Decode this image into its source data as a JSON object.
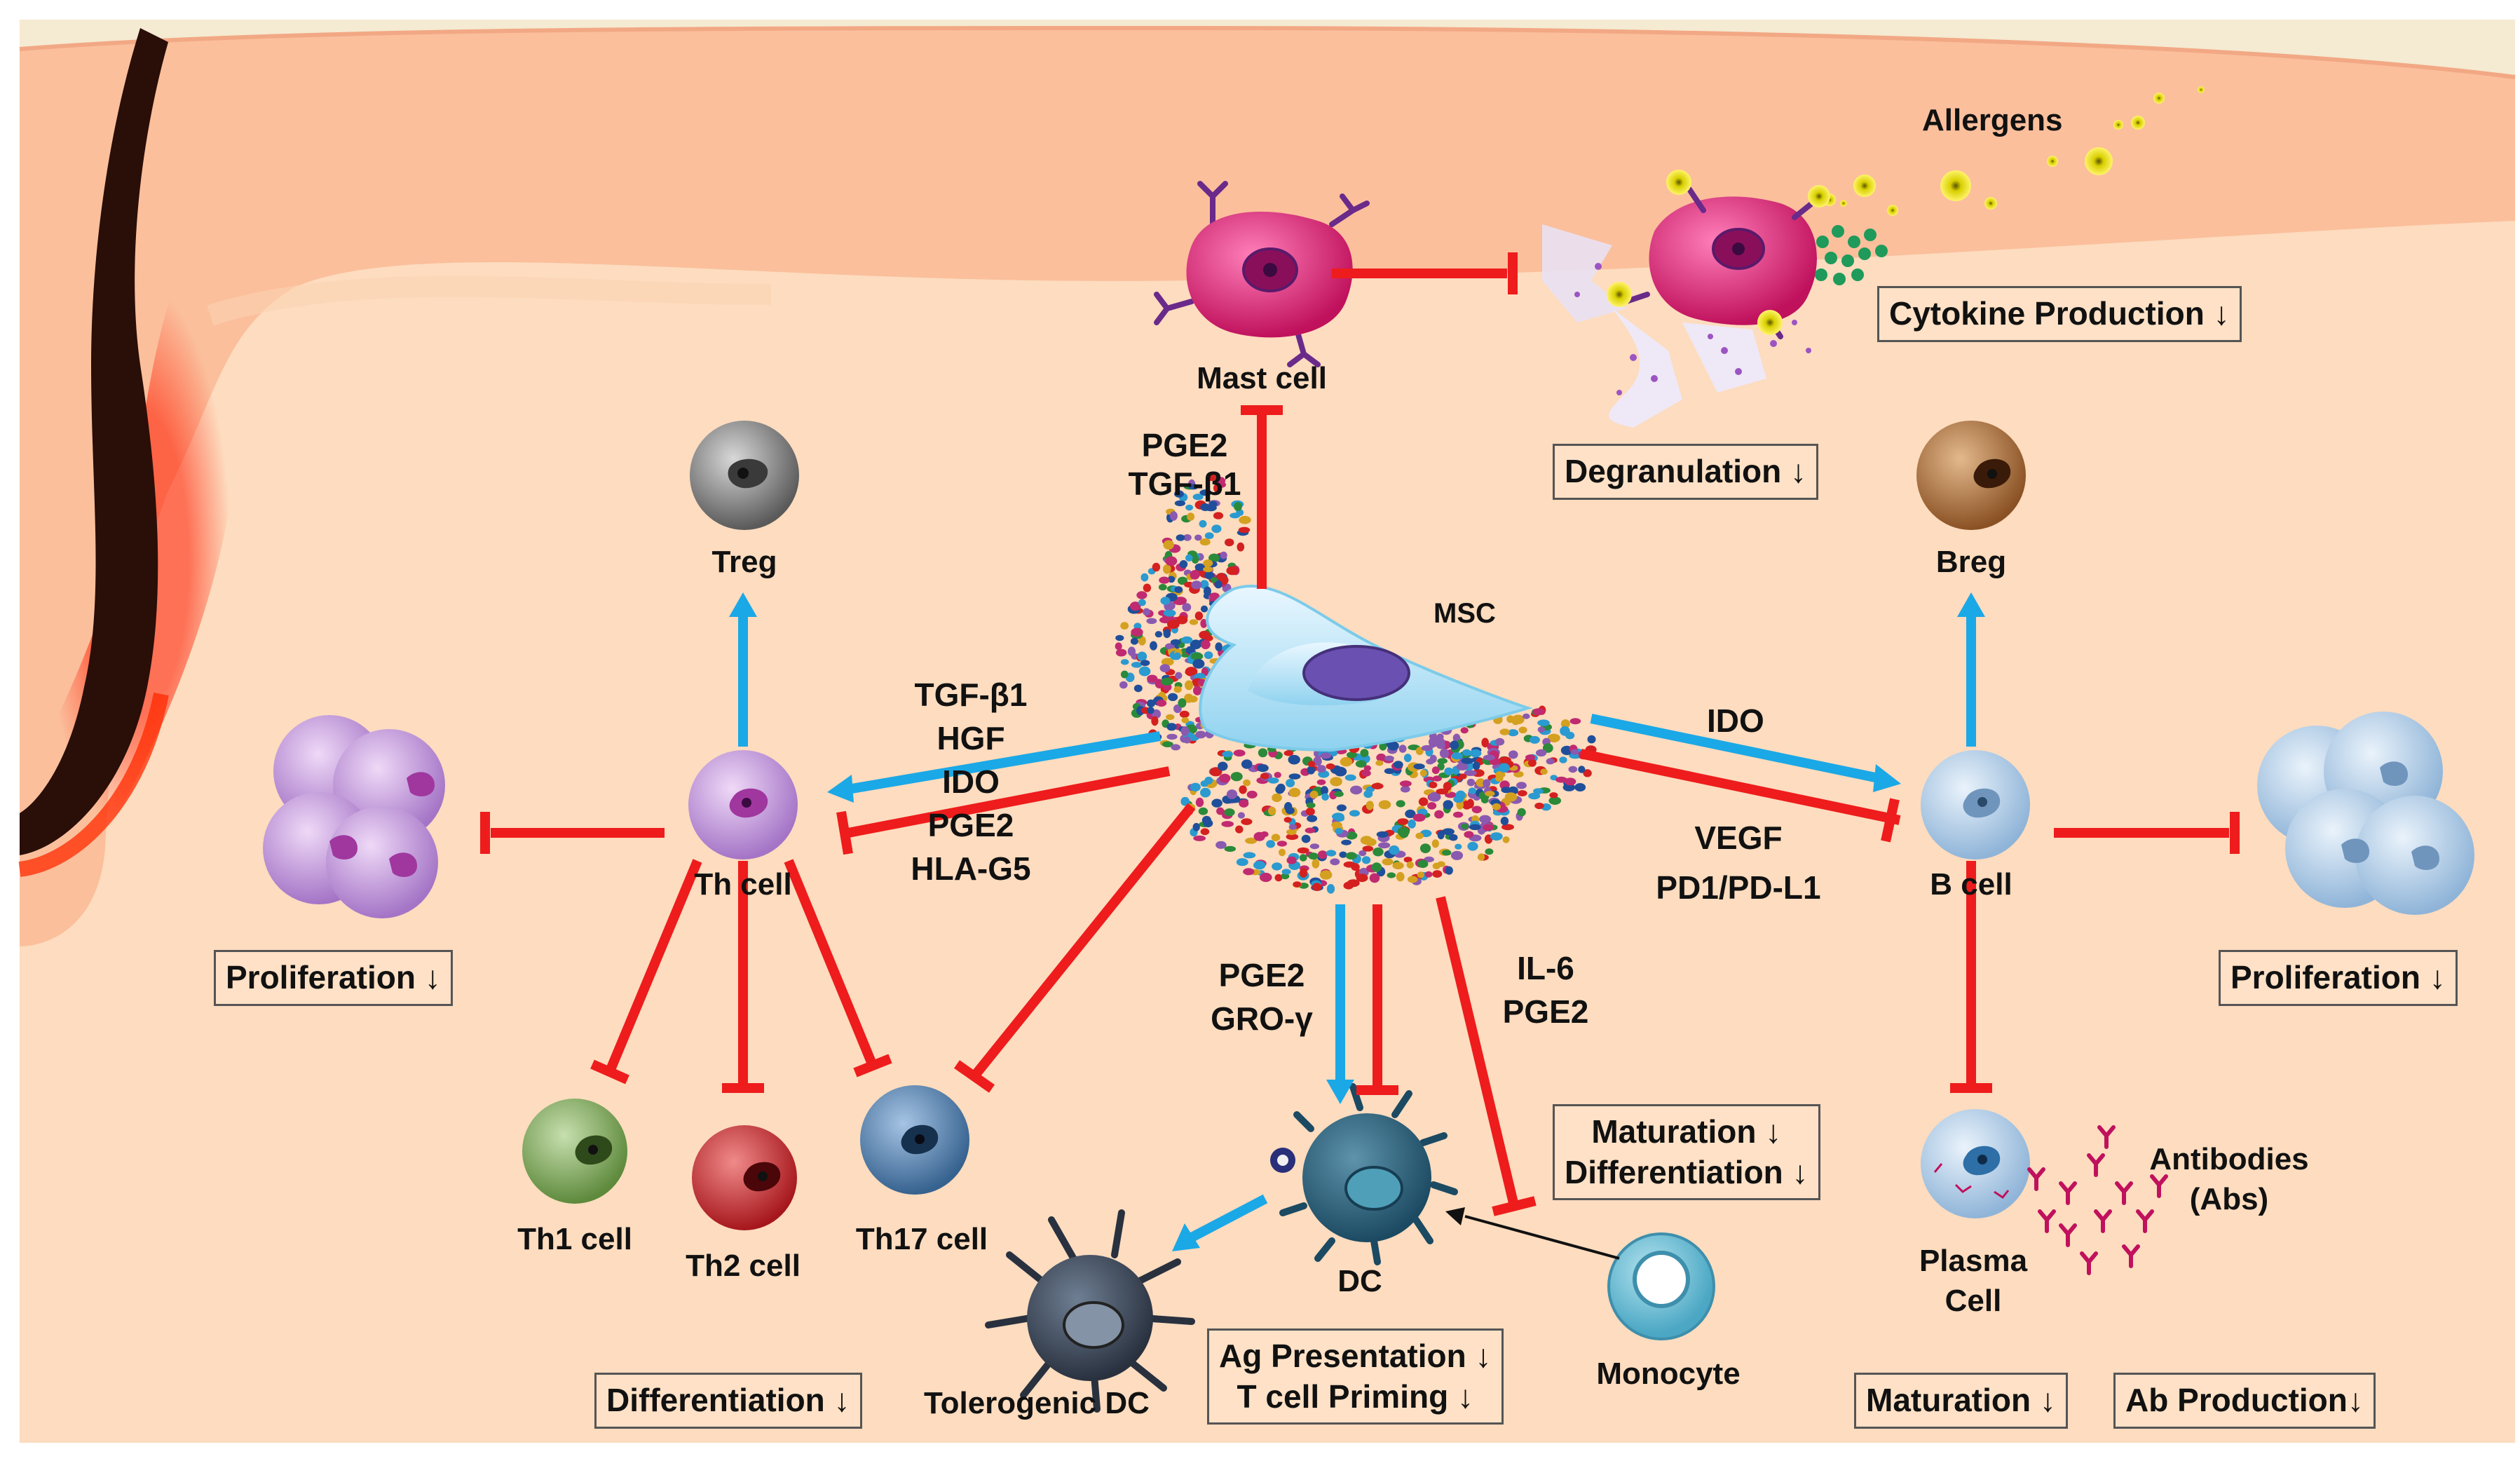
{
  "colors": {
    "background_top": "#f5ead2",
    "tissue": "#fddcbf",
    "epidermis": "#fbbf9c",
    "hair": "#2a0e08",
    "inhibit_arrow": "#ee1c1c",
    "promote_arrow": "#1ba8e6",
    "mast_cell": "#e0156e",
    "allergen": "#e8e400"
  },
  "labels": {
    "allergens": "Allergens",
    "mast_cell": "Mast cell",
    "msc": "MSC",
    "mast_factors": [
      "PGE2",
      "TGF-β1"
    ],
    "th_factors": [
      "TGF-β1",
      "HGF",
      "IDO",
      "PGE2",
      "HLA-G5"
    ],
    "b_factor_top": "IDO",
    "b_factors_bottom": [
      "VEGF",
      "PD1/PD-L1"
    ],
    "dc_factors": [
      "PGE2",
      "GRO-γ"
    ],
    "mono_factors": [
      "IL-6",
      "PGE2"
    ],
    "treg": "Treg",
    "th_cell": "Th cell",
    "th1": "Th1 cell",
    "th2": "Th2 cell",
    "th17": "Th17 cell",
    "dc": "DC",
    "tolerogenic_dc": "Tolerogenic  DC",
    "monocyte": "Monocyte",
    "breg": "Breg",
    "b_cell": "B cell",
    "plasma_cell": [
      "Plasma",
      "Cell"
    ],
    "antibodies": [
      "Antibodies",
      "(Abs)"
    ]
  },
  "boxes": {
    "cytokine": "Cytokine Production ↓",
    "degranulation": "Degranulation ↓",
    "th_prolif": "Proliferation ↓",
    "b_prolif": "Proliferation ↓",
    "differentiation": "Differentiation ↓",
    "ag_presentation": [
      "Ag Presentation ↓",
      "T cell Priming ↓"
    ],
    "mono_maturation": [
      "Maturation ↓",
      "Differentiation ↓"
    ],
    "b_maturation": "Maturation ↓",
    "ab_production": "Ab Production↓"
  },
  "icons": [
    "hair-follicle",
    "mast-cell",
    "degranulating-mast-cell",
    "allergen-particle",
    "msc-cell",
    "treg-cell",
    "th-cell",
    "th-cell-cluster",
    "th1-cell",
    "th2-cell",
    "th17-cell",
    "dendritic-cell",
    "tolerogenic-dc",
    "monocyte",
    "breg-cell",
    "b-cell",
    "b-cell-cluster",
    "plasma-cell",
    "antibody"
  ]
}
